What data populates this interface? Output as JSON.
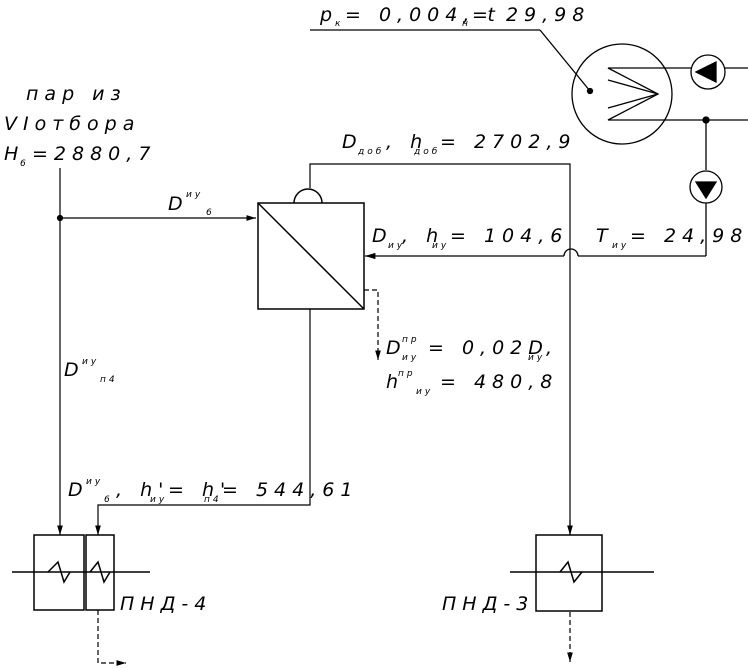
{
  "labels": {
    "condenser_p": "p",
    "condenser_p_sub": "к",
    "condenser_eq": "= 0,004, t",
    "condenser_t_sub": "н",
    "condenser_t_val": "= 29,98",
    "steam_line1": "пар из",
    "steam_line2": "VIотбора",
    "steam_h": "H",
    "steam_h_sub": "6",
    "steam_h_val": "=2880,7",
    "d_iu6": "D",
    "d_iu6_sup": "иу",
    "d_iu6_sub": "6",
    "d_dob": "D",
    "d_dob_sub": "доб",
    "d_dob_h": ", h",
    "d_dob_h_sub": "доб",
    "d_dob_val": "= 2702,9",
    "d_iu": "D",
    "d_iu_sub": "иу",
    "d_iu_h": ", h",
    "d_iu_h_sub": "иу",
    "d_iu_val": "= 104,6",
    "t_iu": "T",
    "t_iu_sub": "иу",
    "t_iu_val": "= 24,98",
    "d_pr": "D",
    "d_pr_sup": "пр",
    "d_pr_sub": "иу",
    "d_pr_val": "= 0,02D",
    "d_pr_val_sub": "иу",
    "d_pr_comma": ",",
    "h_pr": "h",
    "h_pr_sup": "пр",
    "h_pr_sub": "иу",
    "h_pr_val": "= 480,8",
    "d_iu_p4": "D",
    "d_iu_p4_sup": "иу",
    "d_iu_p4_sub": "п4",
    "bottom_d": "D",
    "bottom_d_sup": "иу",
    "bottom_d_sub": "6",
    "bottom_h": ", h'",
    "bottom_h_sub": "иу",
    "bottom_h2": "= h'",
    "bottom_h2_sub": "п4",
    "bottom_val": "= 544,61",
    "pnd4": "ПНД-4",
    "pnd3": "ПНД-3"
  }
}
